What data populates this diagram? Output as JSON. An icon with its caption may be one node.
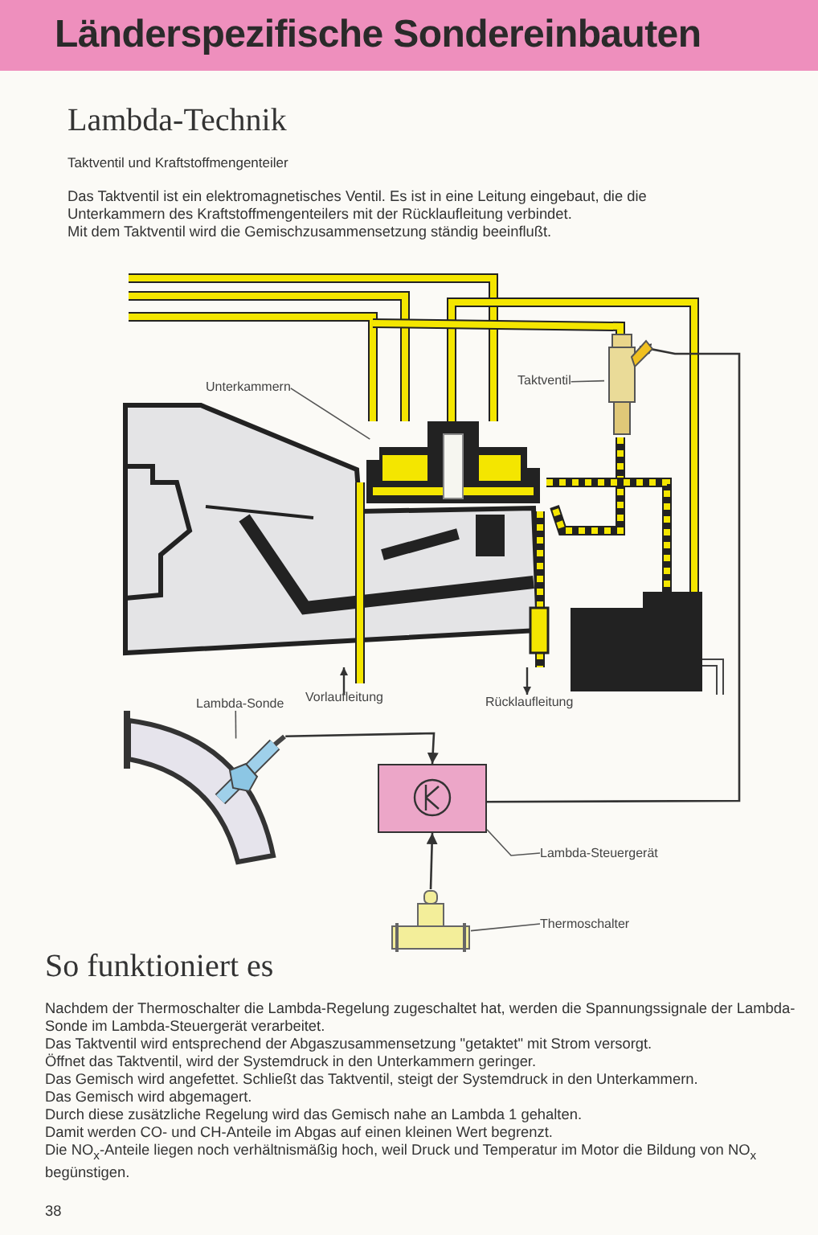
{
  "diagram": {
    "title": "Länderspezifische Sondereinbauten",
    "nodes": [
      {
        "text": [
          "Unterkammern"
        ]
      },
      {
        "text": [],
        "shape": "picture"
      },
      {
        "text": [
          "Taktventil"
        ]
      },
      {
        "text": [],
        "shape": "picture"
      },
      {
        "text": [
          "Lambda-Sonde"
        ]
      },
      {
        "text": [],
        "shape": "picture"
      },
      {
        "text": [],
        "shape": "box"
      },
      {
        "text": [
          "Lambda-Steuergerät"
        ]
      },
      {
        "text": [],
        "shape": "picture"
      },
      {
        "text": [
          "Thermoschalter"
        ]
      }
    ],
    "edges": [
      {
        "from": 0,
        "to": 1,
        "arrow": "none"
      },
      {
        "from": 2,
        "to": 3,
        "arrow": "none"
      },
      {
        "from": 4,
        "to": 5,
        "arrow": "none"
      },
      {
        "from": 5,
        "to": 6,
        "arrow": "to"
      },
      {
        "from": 8,
        "to": 6,
        "arrow": "to"
      },
      {
        "from": 6,
        "to": 3,
        "arrow": "to"
      },
      {
        "from": 7,
        "to": 6,
        "arrow": "none"
      },
      {
        "from": 9,
        "to": 8,
        "arrow": "none"
      }
    ],
    "labels": [
      "Lambda-Technik",
      "Taktventil und Kraftstoffmengenteiler",
      "Das Taktventil ist ein elektromagnetisches Ventil. Es ist in eine Leitung eingebaut, die die Unterkammern des Kraftstoffmengenteilers mit der Rücklaufleitung verbindet.",
      "Mit dem Taktventil wird die Gemischzusammensetzung ständig beeinflußt.",
      "Vorlaufleitung",
      "Rücklaufleitung",
      "So funktioniert es",
      "Nachdem der Thermoschalter die Lambda-Regelung zugeschaltet hat, werden die Spannungssignale der Lambda-Sonde im Lambda-Steuergerät verarbeitet.",
      "Das Taktventil wird entsprechend der Abgaszusammensetzung \"getaktet\" mit Strom versorgt.",
      "Öffnet das Taktventil, wird der Systemdruck in den Unterkammern geringer.",
      "Das Gemisch wird angefettet. Schließt das Taktventil, steigt der Systemdruck in den Unterkammern.",
      "Das Gemisch wird abgemagert.",
      "Durch diese zusätzliche Regelung wird das Gemisch nahe an Lambda 1 gehalten.",
      "Damit werden CO- und CH-Anteile im Abgas auf einen kleinen Wert begrenzt.",
      "Die NO$_{x}$-Anteile liegen noch verhältnismäßig hoch, weil Druck und Temperatur im Motor die Bildung von NO$_{x}$ begünstigen.",
      "38"
    ]
  }
}
